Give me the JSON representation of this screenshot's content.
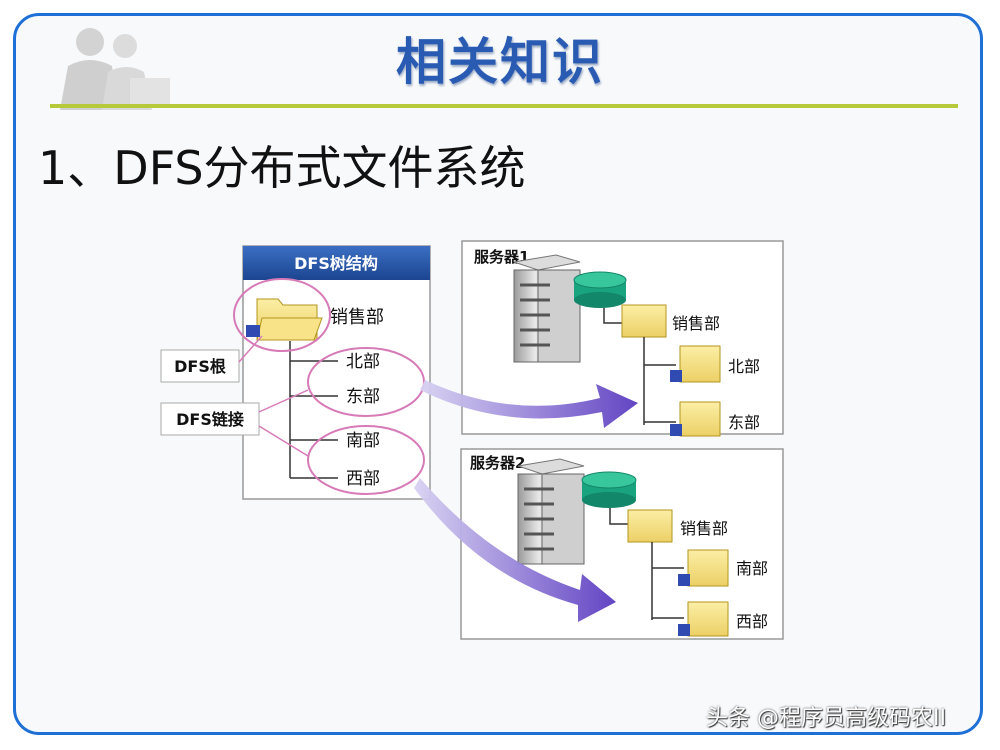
{
  "slide": {
    "title": "相关知识",
    "heading": "1、DFS分布式文件系统"
  },
  "dfs_tree": {
    "header": "DFS树结构",
    "root_folder": "销售部",
    "links": [
      "北部",
      "东部",
      "南部",
      "西部"
    ]
  },
  "callouts": {
    "root": "DFS根",
    "link": "DFS链接"
  },
  "server1": {
    "label": "服务器1",
    "folder": "销售部",
    "subfolders": [
      "北部",
      "东部"
    ]
  },
  "server2": {
    "label": "服务器2",
    "folder": "销售部",
    "subfolders": [
      "南部",
      "西部"
    ]
  },
  "watermark": "头条 @程序员高级码农II",
  "colors": {
    "border": "#1e6fd6",
    "title": "#2a5bb2",
    "rule": "#b6c93a",
    "tree_header": "#1f4f9e",
    "circle": "#d77bb8",
    "arrow": "#6e4bc9",
    "disk": "#1aa37f",
    "folder": "#f5df7a"
  }
}
